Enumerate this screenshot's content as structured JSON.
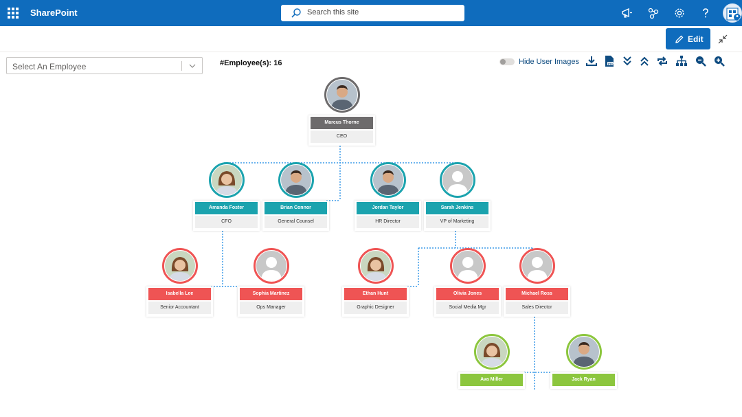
{
  "app": {
    "brand": "SharePoint",
    "search_placeholder": "Search this site"
  },
  "toolbar": {
    "edit_label": "Edit",
    "select_placeholder": "Select An Employee",
    "employee_count": "#Employee(s): 16",
    "hide_images_label": "Hide User Images",
    "hide_images_on": false
  },
  "icons": {
    "top": [
      "megaphone-icon",
      "share-icon",
      "settings-icon",
      "help-icon"
    ],
    "tools": [
      "download-icon",
      "pdf-icon",
      "expand-all-icon",
      "collapse-all-icon",
      "rotate-icon",
      "hierarchy-icon",
      "zoom-out-icon",
      "zoom-in-icon"
    ]
  },
  "colors": {
    "topbar": "#0f6cbd",
    "level0": "#6d6b6c",
    "level1": "#1ba3ae",
    "level2": "#ef5454",
    "level3": "#8cc63e",
    "connector": "#3d9be9"
  },
  "org": {
    "ceo": {
      "name": "Marcus Thorne",
      "role": "CEO",
      "photo": "man"
    },
    "level1": [
      {
        "name": "Amanda Foster",
        "role": "CFO",
        "photo": "woman"
      },
      {
        "name": "Brian Connor",
        "role": "General Counsel",
        "photo": "man"
      },
      {
        "name": "Jordan Taylor",
        "role": "HR Director",
        "photo": "man"
      },
      {
        "name": "Sarah Jenkins",
        "role": "VP of Marketing",
        "photo": "placeholder"
      }
    ],
    "level2": [
      {
        "name": "Isabella Lee",
        "role": "Senior Accountant",
        "photo": "woman"
      },
      {
        "name": "Sophia Martinez",
        "role": "Ops Manager",
        "photo": "placeholder"
      },
      {
        "name": "Ethan Hunt",
        "role": "Graphic Designer",
        "photo": "woman"
      },
      {
        "name": "Olivia Jones",
        "role": "Social Media Mgr",
        "photo": "placeholder"
      },
      {
        "name": "Michael Ross",
        "role": "Sales Director",
        "photo": "placeholder"
      }
    ],
    "level3": [
      {
        "name": "Ava Miller",
        "photo": "woman"
      },
      {
        "name": "Jack Ryan",
        "photo": "man"
      }
    ]
  }
}
